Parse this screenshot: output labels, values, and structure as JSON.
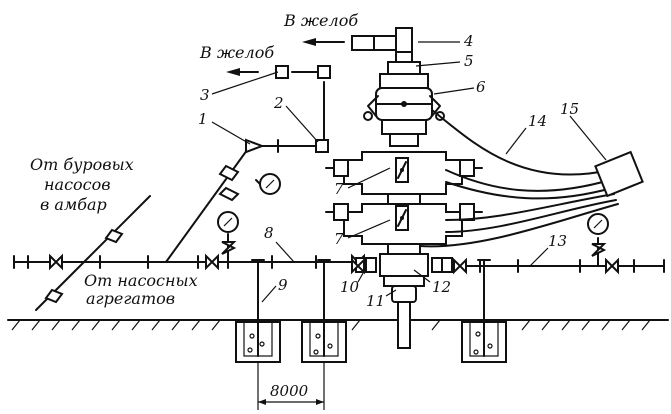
{
  "labels": {
    "to_trough_top": "В желоб",
    "to_trough_left": "В желоб",
    "from_drill_pumps_l1": "От буровых",
    "from_drill_pumps_l2": "насосов",
    "from_drill_pumps_l3": "в амбар",
    "from_pump_units_l1": "От насосных",
    "from_pump_units_l2": "агрегатов"
  },
  "callouts": [
    "1",
    "2",
    "3",
    "4",
    "5",
    "6",
    "7",
    "7",
    "8",
    "9",
    "10",
    "11",
    "12",
    "13",
    "14",
    "15"
  ],
  "dimension": "8000"
}
